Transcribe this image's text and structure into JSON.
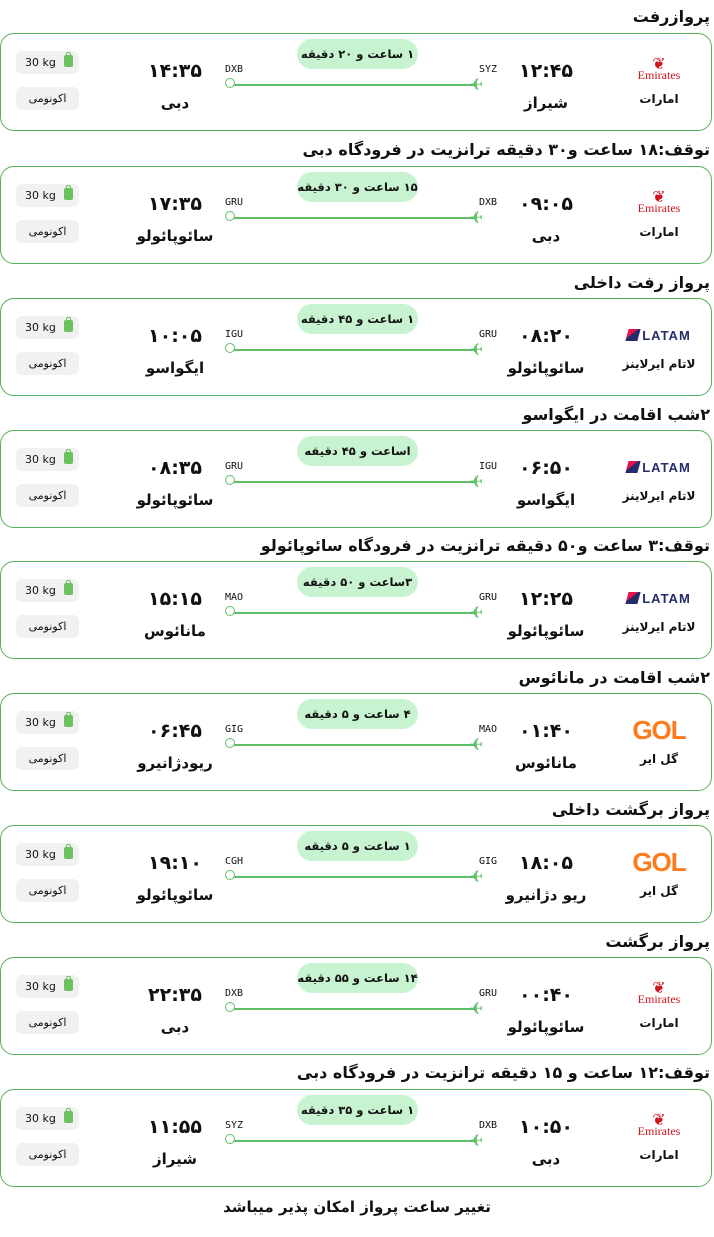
{
  "footer": "تغییر ساعت پرواز امکان پذیر میباشد",
  "colors": {
    "border": "#52b25a",
    "duration_bg": "#c8f3d0",
    "route": "#5fbf66",
    "emirates": "#d2141e",
    "latam": "#262b6b",
    "gol": "#ff7a1a"
  },
  "segments": [
    {
      "title": "پروازرفت",
      "airline": "امارات",
      "logo": "emirates",
      "dep_time": "۱۲:۴۵",
      "dep_city": "شیراز",
      "dep_code": "SYZ",
      "arr_time": "۱۴:۳۵",
      "arr_city": "دبی",
      "arr_code": "DXB",
      "duration": "۱ ساعت و ۲۰ دقیقه",
      "baggage": "30 kg",
      "cabin": "اکونومی"
    },
    {
      "title": "توقف:۱۸ ساعت و۳۰ دقیقه ترانزیت در فرودگاه دبی",
      "airline": "امارات",
      "logo": "emirates",
      "dep_time": "۰۹:۰۵",
      "dep_city": "دبی",
      "dep_code": "DXB",
      "arr_time": "۱۷:۳۵",
      "arr_city": "سائوپائولو",
      "arr_code": "GRU",
      "duration": "۱۵ ساعت و ۳۰ دقیقه",
      "baggage": "30 kg",
      "cabin": "اکونومی"
    },
    {
      "title": "پرواز رفت داخلی",
      "airline": "لاتام ایرلاینز",
      "logo": "latam",
      "dep_time": "۰۸:۲۰",
      "dep_city": "سائوپائولو",
      "dep_code": "GRU",
      "arr_time": "۱۰:۰۵",
      "arr_city": "ایگواسو",
      "arr_code": "IGU",
      "duration": "۱ ساعت و ۴۵ دقیقه",
      "baggage": "30 kg",
      "cabin": "اکونومی"
    },
    {
      "title": "۲شب اقامت در ایگواسو",
      "airline": "لاتام ایرلاینز",
      "logo": "latam",
      "dep_time": "۰۶:۵۰",
      "dep_city": "ایگواسو",
      "dep_code": "IGU",
      "arr_time": "۰۸:۳۵",
      "arr_city": "سائوپائولو",
      "arr_code": "GRU",
      "duration": "اساعت و ۴۵ دقیقه",
      "baggage": "30 kg",
      "cabin": "اکونومی"
    },
    {
      "title": "توقف:۳ ساعت و۵۰ دقیقه ترانزیت در فرودگاه سائوپائولو",
      "airline": "لاتام ایرلاینز",
      "logo": "latam",
      "dep_time": "۱۲:۲۵",
      "dep_city": "سائوپائولو",
      "dep_code": "GRU",
      "arr_time": "۱۵:۱۵",
      "arr_city": "مانائوس",
      "arr_code": "MAO",
      "duration": "۳ساعت و ۵۰ دقیقه",
      "baggage": "30 kg",
      "cabin": "اکونومی"
    },
    {
      "title": "۲شب اقامت در مانائوس",
      "airline": "گل ایر",
      "logo": "gol",
      "dep_time": "۰۱:۴۰",
      "dep_city": "مانائوس",
      "dep_code": "MAO",
      "arr_time": "۰۶:۴۵",
      "arr_city": "ریودژانیرو",
      "arr_code": "GIG",
      "duration": "۴ ساعت و ۵ دقیقه",
      "baggage": "30 kg",
      "cabin": "اکونومی"
    },
    {
      "title": "پرواز برگشت داخلی",
      "airline": "گل ایر",
      "logo": "gol",
      "dep_time": "۱۸:۰۵",
      "dep_city": "ریو دژانیرو",
      "dep_code": "GIG",
      "arr_time": "۱۹:۱۰",
      "arr_city": "سائوپائولو",
      "arr_code": "CGH",
      "duration": "۱ ساعت و ۵ دقیقه",
      "baggage": "30 kg",
      "cabin": "اکونومی"
    },
    {
      "title": "پرواز برگشت",
      "airline": "امارات",
      "logo": "emirates",
      "dep_time": "۰۰:۴۰",
      "dep_city": "سائوپائولو",
      "dep_code": "GRU",
      "arr_time": "۲۲:۳۵",
      "arr_city": "دبی",
      "arr_code": "DXB",
      "duration": "۱۴ ساعت و ۵۵ دقیقه",
      "baggage": "30 kg",
      "cabin": "اکونومی"
    },
    {
      "title": "توقف:۱۲ ساعت و ۱۵ دقیقه ترانزیت در فرودگاه دبی",
      "airline": "امارات",
      "logo": "emirates",
      "dep_time": "۱۰:۵۰",
      "dep_city": "دبی",
      "dep_code": "DXB",
      "arr_time": "۱۱:۵۵",
      "arr_city": "شیراز",
      "arr_code": "SYZ",
      "duration": "۱ ساعت و ۳۵ دقیقه",
      "baggage": "30 kg",
      "cabin": "اکونومی"
    }
  ]
}
